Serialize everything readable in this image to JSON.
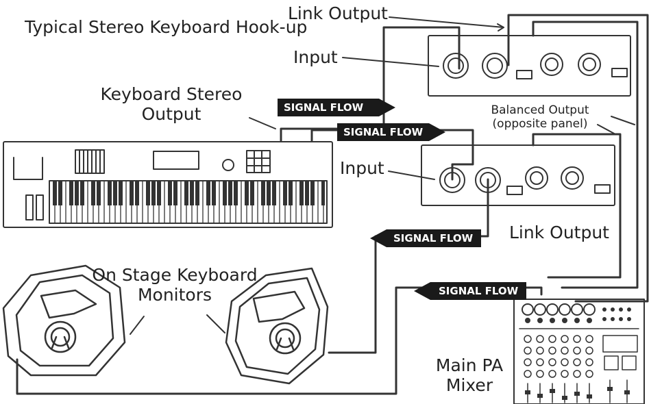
{
  "labels": {
    "title": "Typical Stereo Keyboard Hook-up",
    "link_output_top": "Link Output",
    "input_top": "Input",
    "keyboard_stereo_output": "Keyboard Stereo Output",
    "balanced_output": "Balanced Output",
    "opposite_panel": "(opposite panel)",
    "input_bottom": "Input",
    "link_output_bottom": "Link Output",
    "monitors": "On Stage Keyboard Monitors",
    "mixer": "Main PA Mixer"
  },
  "signal_flow": {
    "text": "SIGNAL FLOW"
  }
}
